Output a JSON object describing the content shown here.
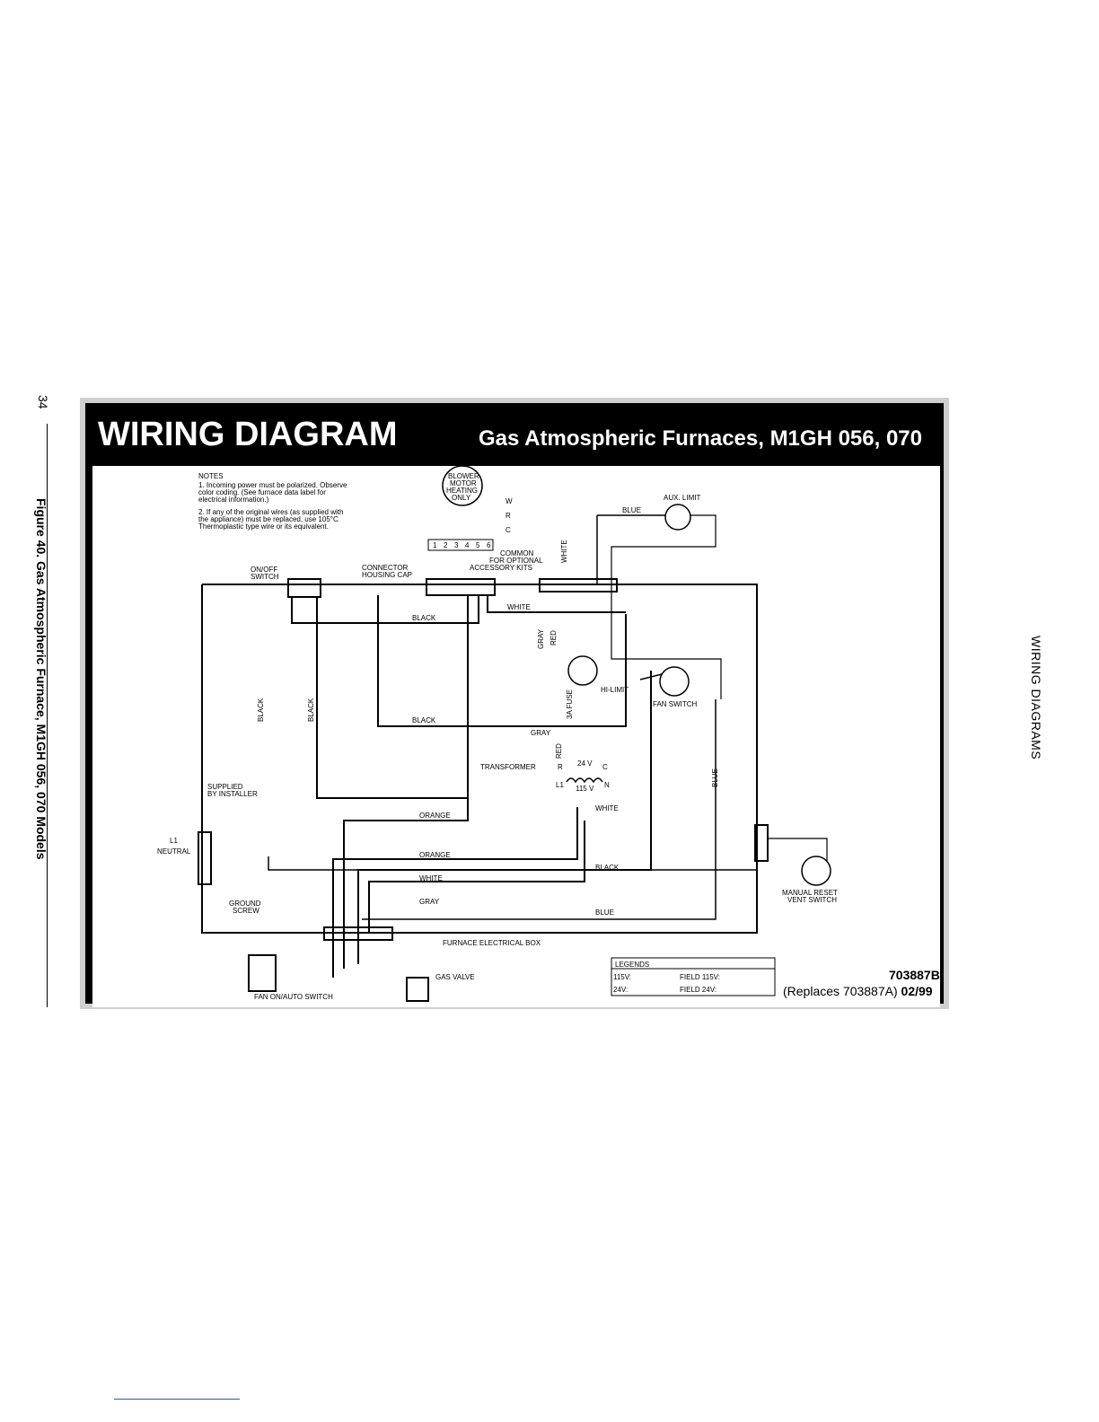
{
  "page_number": "34",
  "figure_caption": "Figure 40. Gas Atmospheric Furnace, M1GH 056, 070 Models",
  "side_label": "WIRING DIAGRAMS",
  "header": {
    "title": "WIRING DIAGRAM",
    "subtitle": "Gas Atmospheric Furnaces, M1GH 056, 070"
  },
  "notes": {
    "heading": "NOTES",
    "lines": [
      "1.  Incoming power must be polarized. Observe",
      "     color coding. (See furnace data label for",
      "     electrical information.)",
      "2.  If any of the original wires (as supplied with",
      "     the appliance) must be replaced, use 105°C",
      "     Thermoplastic type wire or its equivalent."
    ]
  },
  "components": {
    "blower_motor": [
      "BLOWER",
      "MOTOR",
      "HEATING",
      "ONLY"
    ],
    "terminals": [
      "W",
      "R",
      "C"
    ],
    "pins": [
      "1",
      "2",
      "3",
      "4",
      "5",
      "6"
    ],
    "common": [
      "COMMON",
      "FOR OPTIONAL",
      "ACCESSORY KITS"
    ],
    "aux_limit": "AUX. LIMIT",
    "on_off_switch": [
      "ON/OFF",
      "SWITCH"
    ],
    "connector": [
      "CONNECTOR",
      "HOUSING CAP"
    ],
    "hi_limit": "HI-LIMIT",
    "fan_switch": "FAN SWITCH",
    "fuse": "3A FUSE",
    "transformer": "TRANSFORMER",
    "transformer_24v": "24 V",
    "transformer_115v": "115 V",
    "transformer_r": "R",
    "transformer_c": "C",
    "transformer_l1": "L1",
    "transformer_n": "N",
    "supplied_by_installer": [
      "SUPPLIED",
      "BY INSTALLER"
    ],
    "l1": "L1",
    "neutral": "NEUTRAL",
    "ground_screw": [
      "GROUND",
      "SCREW"
    ],
    "manual_reset": [
      "MANUAL RESET",
      "VENT SWITCH"
    ],
    "furnace_box": "FURNACE ELECTRICAL BOX",
    "gas_valve": "GAS VALVE",
    "fan_on_auto": "FAN ON/AUTO SWITCH"
  },
  "wires": {
    "black": "BLACK",
    "white": "WHITE",
    "gray": "GRAY",
    "red": "RED",
    "blue": "BLUE",
    "orange": "ORANGE"
  },
  "legend": {
    "title": "LEGENDS",
    "row1_left": "115V:",
    "row1_right": "FIELD 115V:",
    "row2_left": "24V:",
    "row2_right": "FIELD 24V:"
  },
  "doc_number": "703887B",
  "replaces": "(Replaces 703887A)",
  "date": "02/99",
  "colors": {
    "header_bg": "#000000",
    "panel_border": "#cfcfcf",
    "link_rule": "#3355aa"
  }
}
